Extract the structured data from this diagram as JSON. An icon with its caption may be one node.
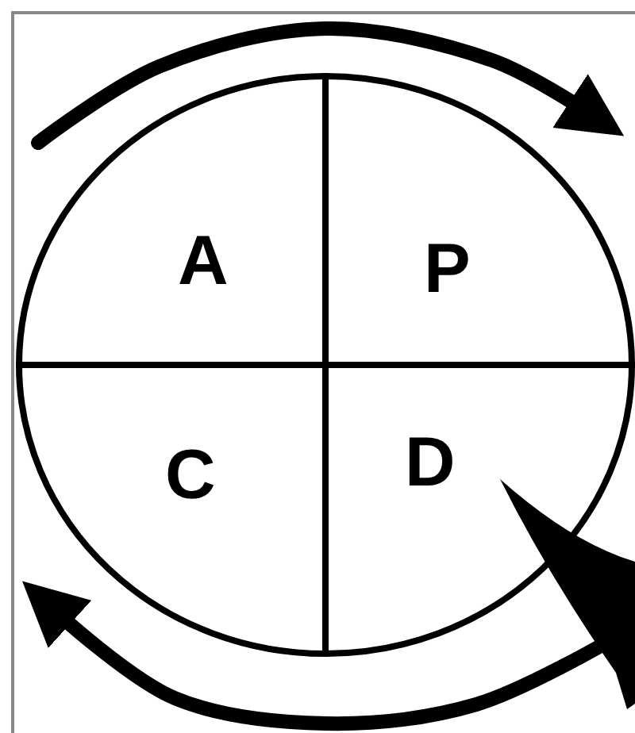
{
  "diagram": {
    "nodes": [
      {
        "text": [
          "A"
        ]
      },
      {
        "text": [
          "P"
        ]
      },
      {
        "text": [
          "C"
        ]
      },
      {
        "text": [
          "D"
        ]
      }
    ],
    "edges": [
      {
        "from": 0,
        "to": 1,
        "arrow": "to"
      },
      {
        "from": 3,
        "to": 2,
        "arrow": "to"
      },
      {
        "from": 3,
        "to": null,
        "arrow": "to",
        "style": "thick"
      }
    ]
  }
}
